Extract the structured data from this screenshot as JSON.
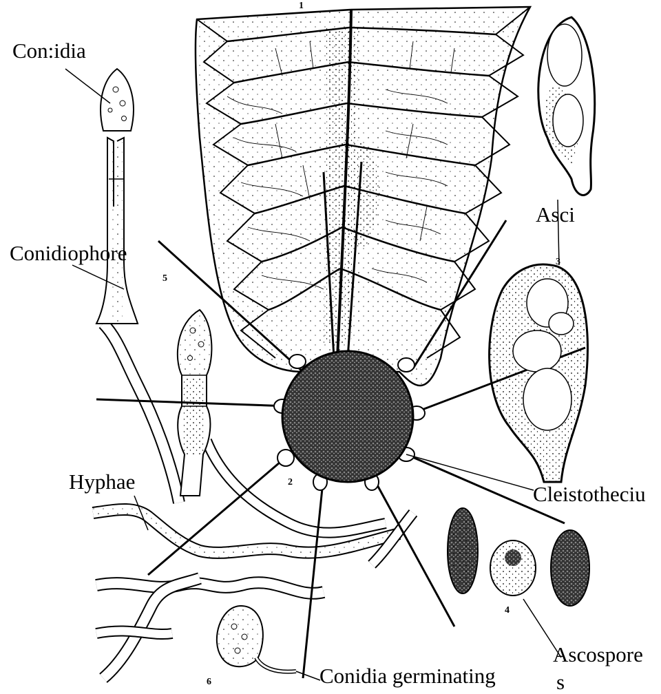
{
  "figure": {
    "labels": {
      "conidia": "Con:idia",
      "conidiophore": "Conidiophore",
      "hyphae": "Hyphae",
      "asci": "Asci",
      "cleistothecium": "Cleistotheciu",
      "ascospore": "Ascospore",
      "ascospore_tail": "s",
      "conidia_germinating": "Conidia germinating"
    },
    "numbers": [
      "1",
      "2",
      "3",
      "4",
      "5",
      "6"
    ]
  }
}
